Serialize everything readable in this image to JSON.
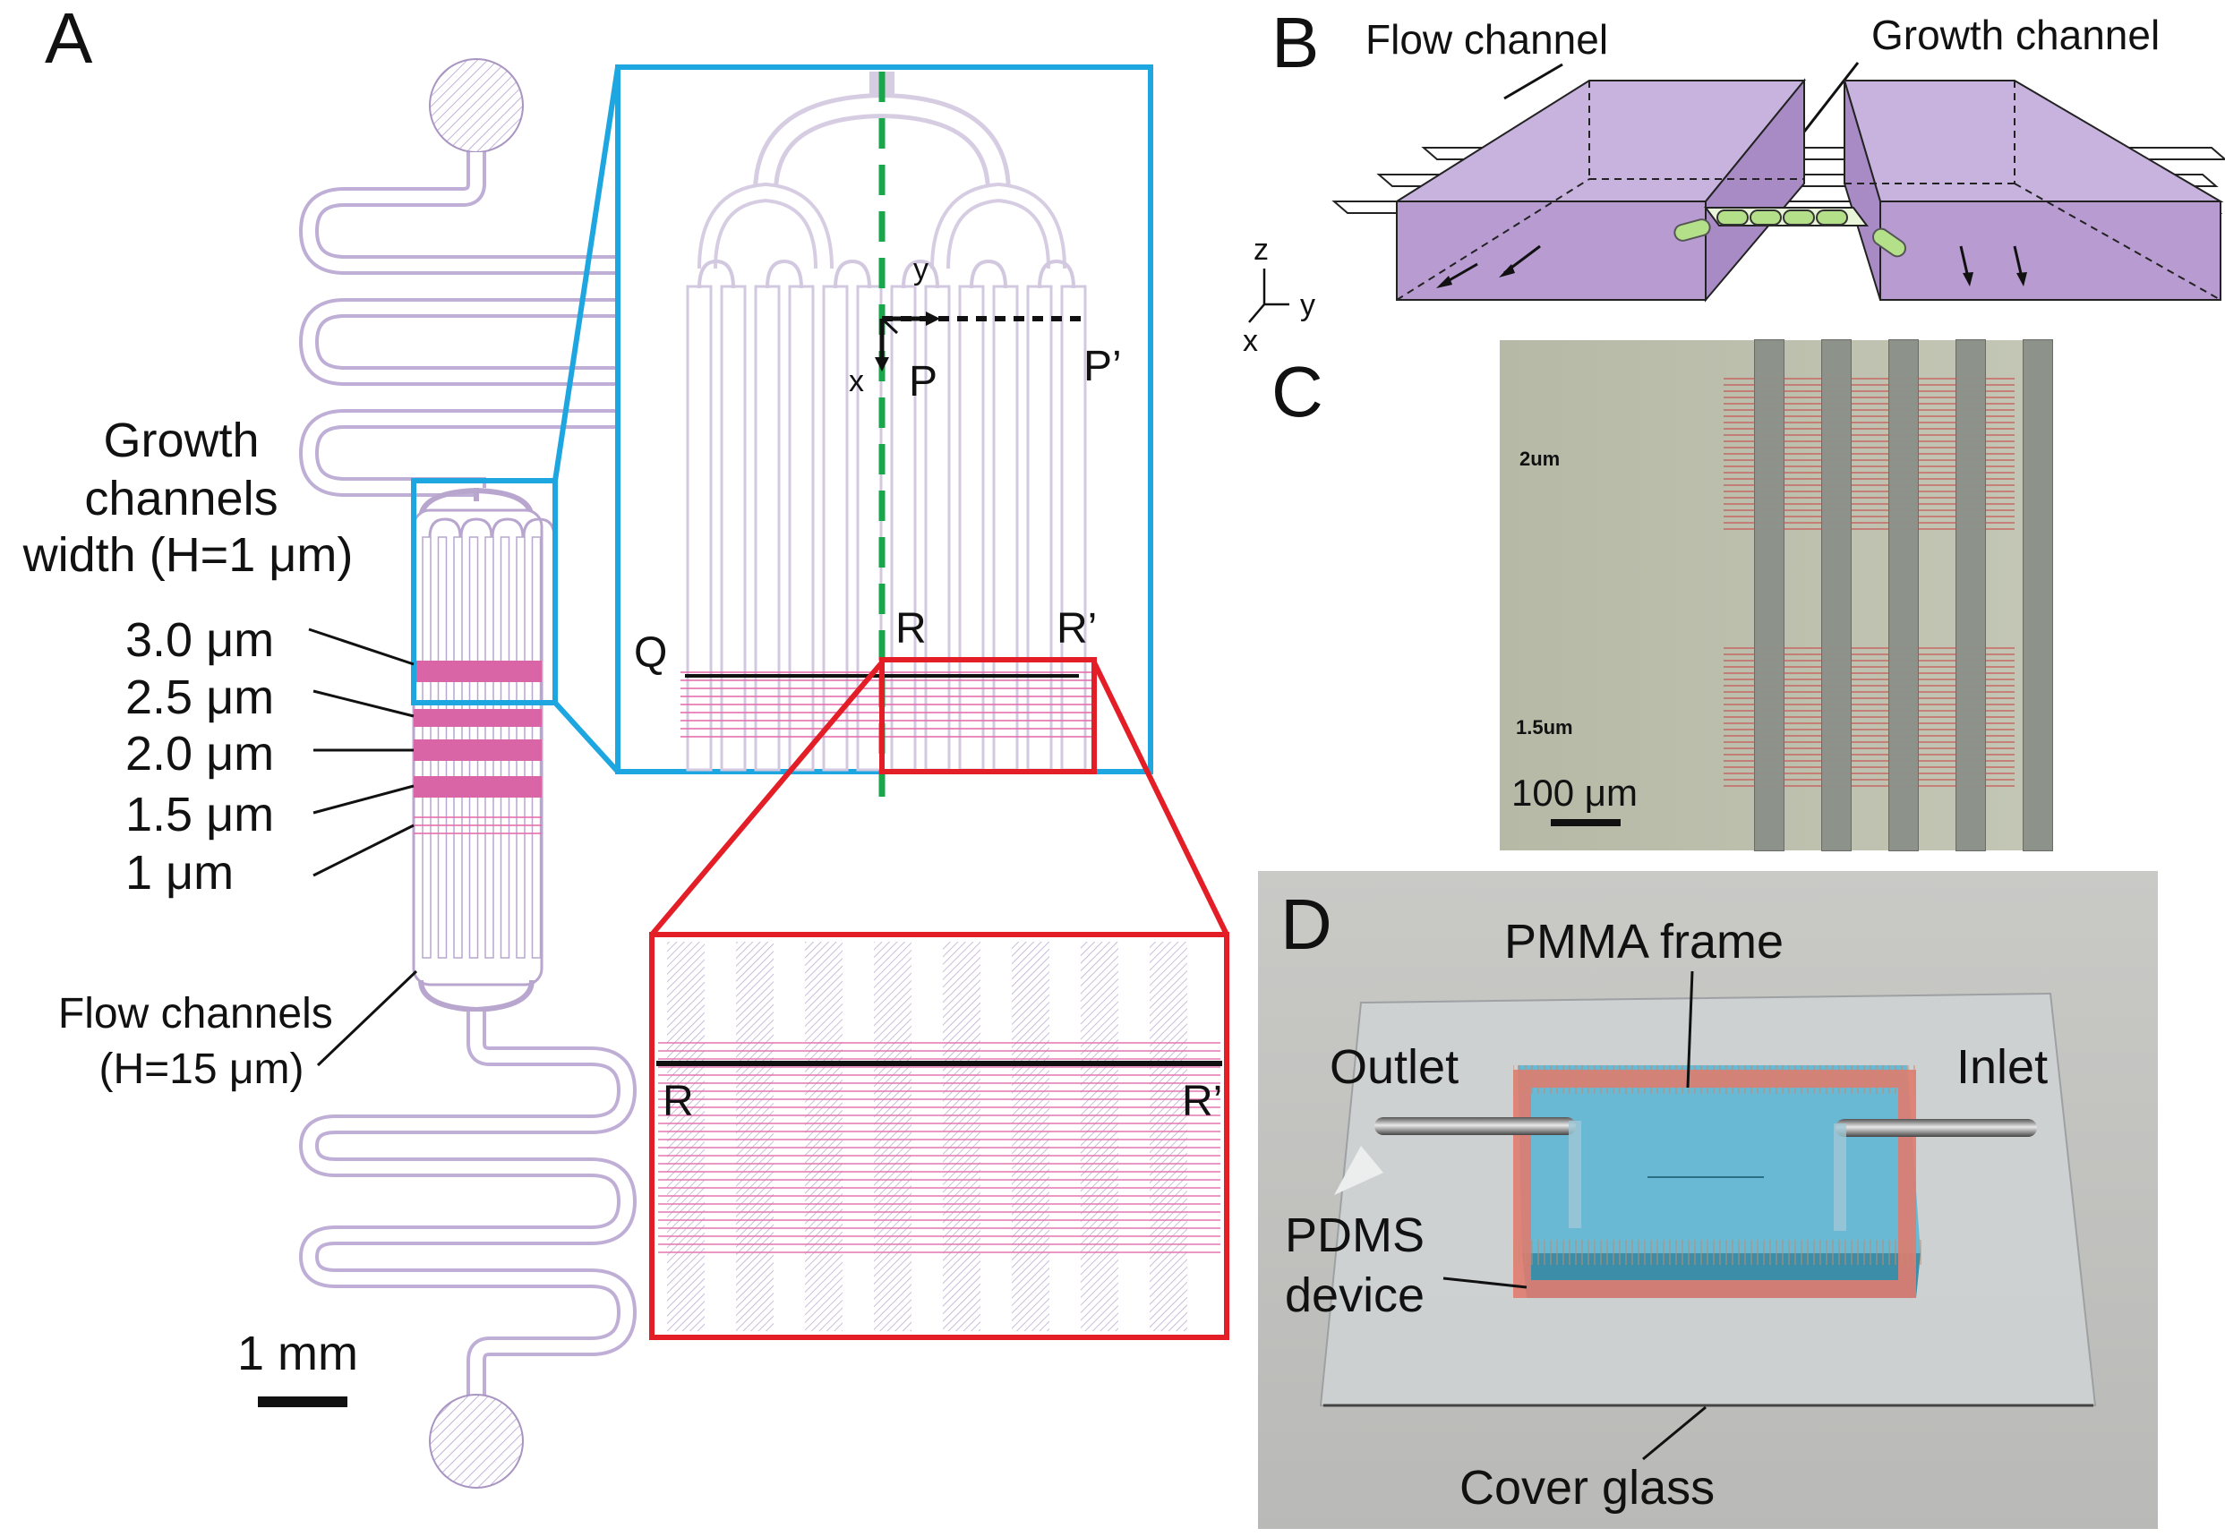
{
  "panels": {
    "A": {
      "letter": "A",
      "growth_label": [
        "Growth",
        "channels",
        "width (H=1 μm)"
      ],
      "widths": [
        "3.0 μm",
        "2.5 μm",
        "2.0 μm",
        "1.5 μm",
        "1 μm"
      ],
      "flow_label": [
        "Flow channels",
        "(H=15 μm)"
      ],
      "scale_bar": "1 mm",
      "inset_labels": {
        "y_axis": "y",
        "x_axis": "x",
        "P": "P",
        "P_prime": "P’",
        "Q": "Q",
        "R": "R",
        "R_prime": "R’"
      },
      "zoom_labels": {
        "R": "R",
        "R_prime": "R’"
      }
    },
    "B": {
      "letter": "B",
      "flow_channel": "Flow channel",
      "growth_channel": "Growth channel",
      "axes": {
        "z": "z",
        "y": "y",
        "x": "x"
      }
    },
    "C": {
      "letter": "C",
      "label_top": "2um",
      "label_bottom": "1.5um",
      "scale_bar": "100 μm"
    },
    "D": {
      "letter": "D",
      "pmma": "PMMA frame",
      "outlet": "Outlet",
      "inlet": "Inlet",
      "pdms": [
        "PDMS",
        "device"
      ],
      "cover": "Cover glass"
    }
  },
  "colors": {
    "cyan_box": "#1ea6e0",
    "red_box": "#e41e26",
    "green_dash": "#1aa64a",
    "channel_purple": "#b7a3cc",
    "pink": "#d9559b",
    "device_purple": "#b79bd1",
    "device_blue": "#5eb3cf",
    "pmma_red": "#e07b6f"
  }
}
